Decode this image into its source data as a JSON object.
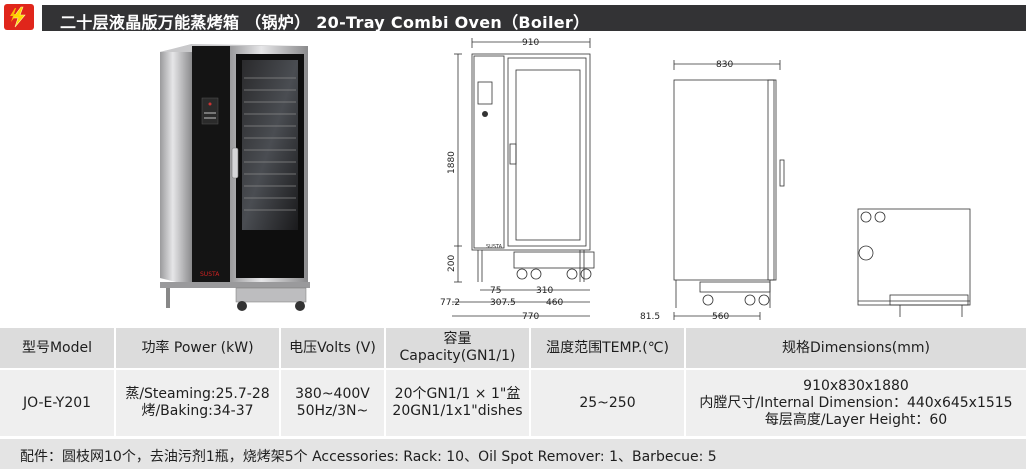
{
  "header": {
    "title": "二十层液晶版万能蒸烤箱 （锅炉） 20-Tray Combi Oven（Boiler）",
    "logo_icon": "lightning-icon",
    "band_color": "#333335",
    "logo_color": "#e0261b"
  },
  "drawings": {
    "front": {
      "width_label": "910",
      "height_label": "1880",
      "leg_label": "200",
      "bottom_dims": [
        "75",
        "310",
        "77.2",
        "307.5",
        "460",
        "770"
      ],
      "brand": "SUSTA"
    },
    "side": {
      "width_label": "830",
      "bottom_dims": [
        "81.5",
        "560"
      ]
    }
  },
  "photo": {
    "brand": "SUSTA"
  },
  "table": {
    "headers": [
      "型号Model",
      "功率 Power (kW)",
      "电压Volts (V)",
      "容量|Capacity(GN1/1)",
      "温度范围TEMP.(℃)",
      "规格Dimensions(mm)"
    ],
    "row": {
      "model": "JO-E-Y201",
      "power": [
        "蒸/Steaming:25.7-28",
        "烤/Baking:34-37"
      ],
      "volts": [
        "380~400V",
        "50Hz/3N~"
      ],
      "capacity": [
        "20个GN1/1 × 1\"盆",
        "20GN1/1x1\"dishes"
      ],
      "temp": "25~250",
      "dimensions": [
        "910x830x1880",
        "内膛尺寸/Internal Dimension：440x645x1515",
        "每层高度/Layer Height：60"
      ]
    },
    "accessories": "配件：圆枝网10个，去油污剂1瓶，烧烤架5个    Accessories: Rack: 10、Oil Spot Remover: 1、Barbecue: 5"
  }
}
